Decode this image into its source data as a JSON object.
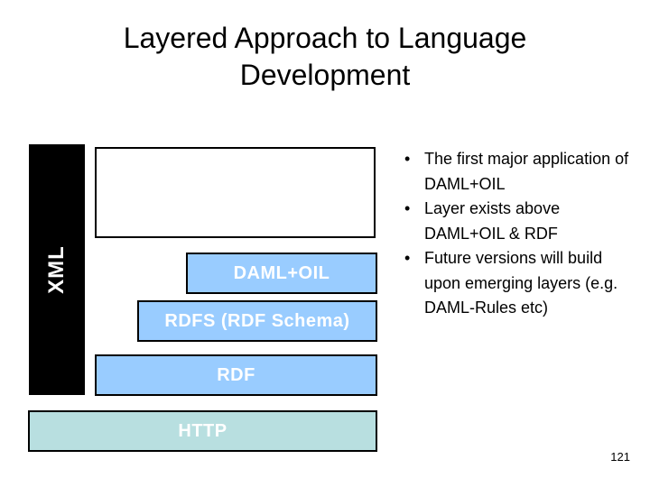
{
  "slide": {
    "title": "Layered Approach to Language\nDevelopment",
    "page_number": "121",
    "background_color": "#ffffff"
  },
  "diagram": {
    "side_label": "XML",
    "side_label_bg": "#000000",
    "side_label_color": "#ffffff",
    "top_box": {
      "label": "",
      "fill": "#ffffff",
      "border": "#000000"
    },
    "layers": [
      {
        "label": "DAML+OIL",
        "fill": "#99ccff",
        "text_color": "#ffffff"
      },
      {
        "label": "RDFS (RDF Schema)",
        "fill": "#99ccff",
        "text_color": "#ffffff"
      },
      {
        "label": "RDF",
        "fill": "#99ccff",
        "text_color": "#ffffff"
      },
      {
        "label": "HTTP",
        "fill": "#b8dfe0",
        "text_color": "#ffffff"
      }
    ]
  },
  "bullets": {
    "marker": "•",
    "items": [
      "The first major application of DAML+OIL",
      "Layer exists above DAML+OIL & RDF",
      "Future versions will build upon emerging layers (e.g. DAML-Rules etc)"
    ]
  }
}
